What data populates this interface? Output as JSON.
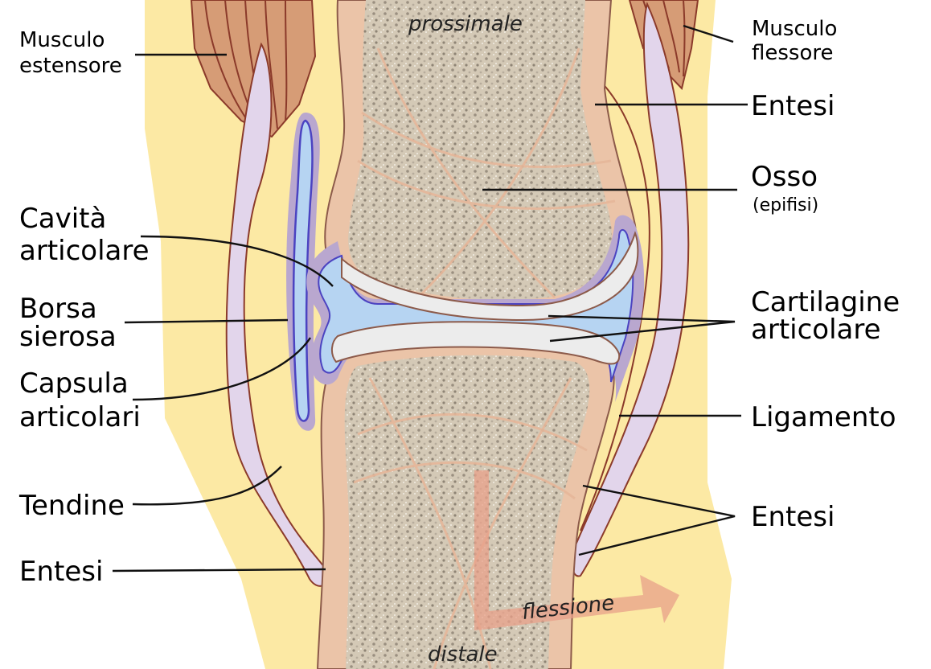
{
  "labels": {
    "musculo_estensore": [
      "Musculo",
      "estensore"
    ],
    "musculo_flessore": [
      "Musculo",
      "flessore"
    ],
    "prossimale": "prossimale",
    "distale": "distale",
    "entesi_top_right": "Entesi",
    "osso": "Osso",
    "epifisi": "(epifisi)",
    "cavita_articolare": [
      "Cavità",
      "articolare"
    ],
    "cartilagine_articolare": [
      "Cartilagine",
      "articolare"
    ],
    "borsa_sierosa": [
      "Borsa",
      "sierosa"
    ],
    "capsula_articolari": [
      "Capsula",
      "articolari"
    ],
    "ligamento": "Ligamento",
    "tendine": "Tendine",
    "entesi_bottom_right": "Entesi",
    "entesi_bottom_left": "Entesi",
    "flessione": "flessione"
  },
  "colors": {
    "skin": "#fce9a4",
    "muscle": "#d69c76",
    "muscle_line": "#8b3a2a",
    "tendon": "#e2d5eb",
    "bone_outer": "#ebc4a8",
    "bone_spongy": "#d9cfbf",
    "cartilage": "#ececec",
    "synovial_fluid": "#b6d4f2",
    "capsule": "#b9a7cf",
    "bursa_line": "#4b43c1",
    "outline": "#8c5a4a",
    "flexion_arrow": "#e8a089"
  }
}
